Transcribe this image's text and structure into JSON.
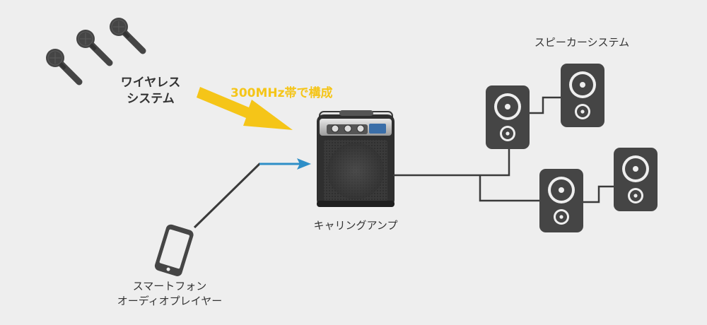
{
  "diagram": {
    "wireless": {
      "line1": "ワイヤレス",
      "line2": "システム",
      "icon": "microphone-icon",
      "count": 3
    },
    "frequency_note": "300MHz帯で構成",
    "amp": {
      "label": "キャリングアンプ",
      "icon": "amplifier-icon"
    },
    "speakers": {
      "label": "スピーカーシステム",
      "icon": "speaker-icon",
      "count": 4
    },
    "phone": {
      "line1": "スマートフォン",
      "line2": "オーディオプレイヤー",
      "icon": "smartphone-icon"
    },
    "colors": {
      "background": "#eeeeee",
      "wireless_arrow": "#f5c518",
      "audio_arrow": "#2e8ec7",
      "device": "#454545",
      "text": "#333333"
    }
  }
}
